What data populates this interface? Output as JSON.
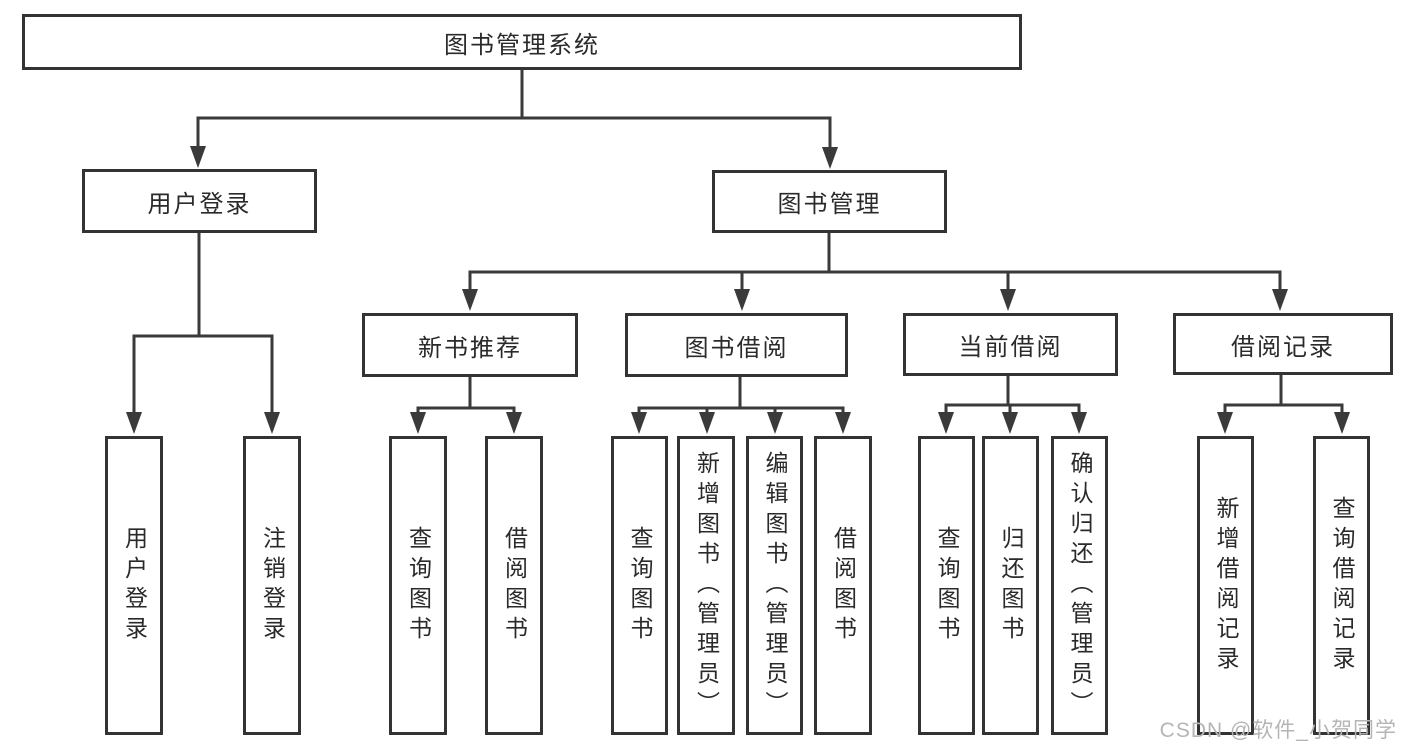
{
  "title": "图书管理系统",
  "nodes": {
    "root": "图书管理系统",
    "level2": [
      "用户登录",
      "图书管理"
    ],
    "level3": [
      "新书推荐",
      "图书借阅",
      "当前借阅",
      "借阅记录"
    ],
    "leaves": {
      "user_login": [
        "用户登录",
        "注销登录"
      ],
      "new_book_recommend": [
        "查询图书",
        "借阅图书"
      ],
      "book_borrow": [
        "查询图书",
        "新增图书（管理员）",
        "编辑图书（管理员）",
        "借阅图书"
      ],
      "current_borrow": [
        "查询图书",
        "归还图书",
        "确认归还（管理员）"
      ],
      "borrow_records": [
        "新增借阅记录",
        "查询借阅记录"
      ]
    }
  },
  "watermark": "CSDN @软件_小贺同学",
  "colors": {
    "line": "#3a3a3a",
    "border": "#333333",
    "text": "#2a2a2a",
    "watermark": "#b5b5b5",
    "background": "#ffffff"
  }
}
